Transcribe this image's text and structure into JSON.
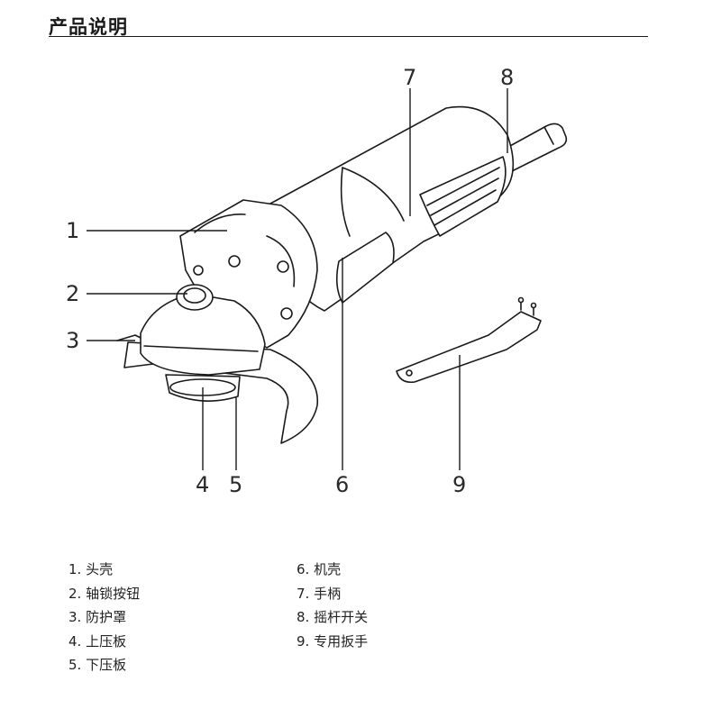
{
  "header": {
    "title": "产品说明"
  },
  "callouts": [
    "1",
    "2",
    "3",
    "4",
    "5",
    "6",
    "7",
    "8",
    "9"
  ],
  "legend": {
    "left": [
      "1. 头壳",
      "2. 轴锁按钮",
      "3. 防护罩",
      "4. 上压板",
      "5. 下压板"
    ],
    "right": [
      "6. 机壳",
      "7. 手柄",
      "8. 摇杆开关",
      "9. 专用扳手"
    ]
  }
}
